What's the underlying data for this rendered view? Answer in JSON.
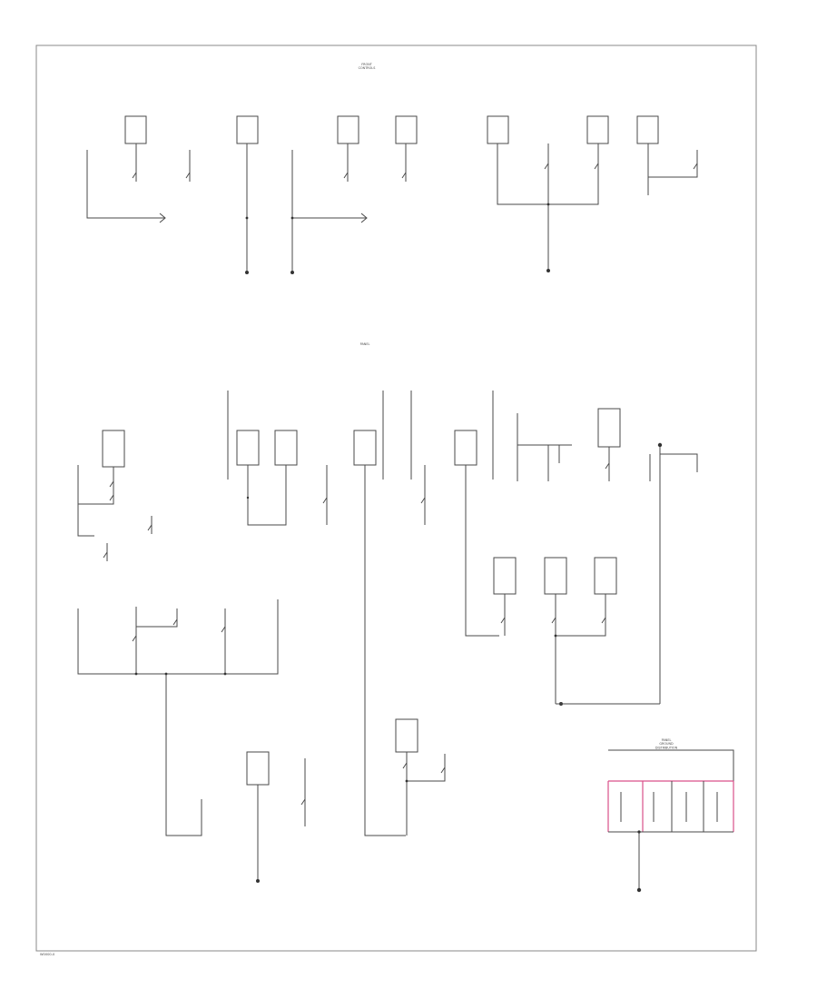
{
  "section_titles": [
    {
      "name": "front-section-title",
      "lines": [
        "FRONT",
        "CONTROLS"
      ]
    },
    {
      "name": "panel-section-title",
      "lines": [
        "PANEL"
      ]
    },
    {
      "name": "ground-block-title",
      "lines": [
        "PANEL",
        "GROUND",
        "DISTRIBUTION"
      ]
    }
  ],
  "footer_code": "W0000-0",
  "colors": {
    "wire": "#4a4a4a",
    "highlight": "#d9508a",
    "ground": "#333333",
    "frame": "#888888"
  }
}
